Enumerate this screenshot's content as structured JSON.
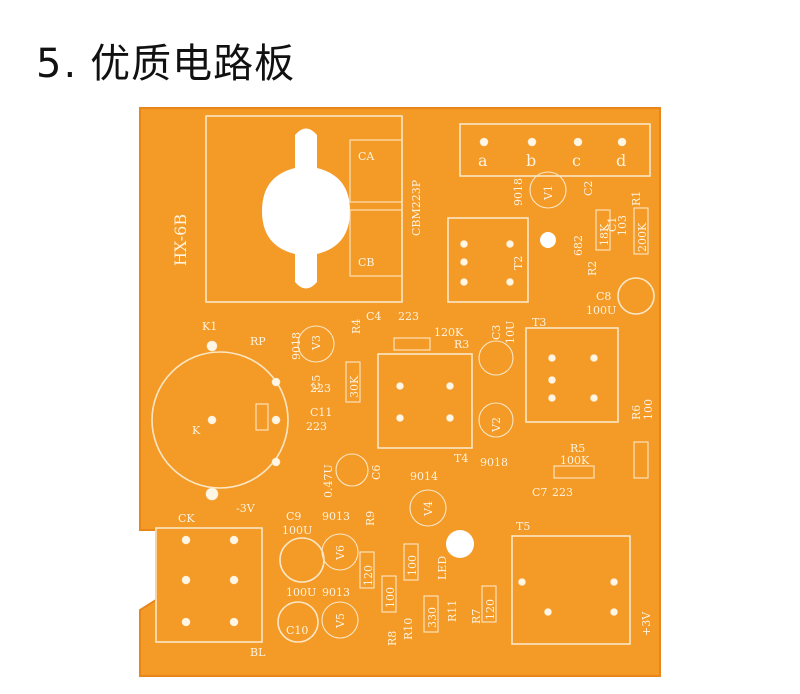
{
  "heading": {
    "number": "5",
    "separator": ".",
    "title": "优质电路板"
  },
  "board": {
    "colors": {
      "substrate": "#f39a27",
      "substrate_edge": "#e8861a",
      "silkscreen": "#fbe7c6",
      "hole": "#ffffff"
    },
    "model": "HX-6B",
    "capacitor_block": {
      "part": "CBM223P",
      "sections": [
        "CA",
        "CB"
      ]
    },
    "terminals": [
      "a",
      "b",
      "c",
      "d"
    ],
    "labels": {
      "v1": "V1",
      "c2": "C2",
      "q9018_top": "9018",
      "r1_val": "18K",
      "r1": "R1",
      "r2": "R2",
      "r2_val": "200K",
      "c1": "C1",
      "c1_val": "103",
      "c682": "682",
      "t2": "T2",
      "c8": "C8",
      "c8_val": "100U",
      "t3": "T3",
      "k1": "K1",
      "rp": "RP",
      "k": "K",
      "q9018_v3": "9018",
      "v3": "V3",
      "r4": "R4",
      "c4": "C4",
      "c4_val": "223",
      "r3": "R3",
      "r3_val": "120K",
      "c3": "C3",
      "c3_val": "10U",
      "c5": "C5",
      "c5_val": "223",
      "r30k": "30K",
      "c11": "C11",
      "c11_val": "223",
      "t4": "T4",
      "v2": "V2",
      "q9018_v2": "9018",
      "r6": "R6",
      "r6_val": "100",
      "r5": "R5",
      "r5_val": "100K",
      "c7": "C7",
      "c7_val": "223",
      "c6": "C6",
      "c6_val": "0.47U",
      "q9014": "9014",
      "v4": "V4",
      "ck": "CK",
      "v3v_top": "-3V",
      "c9": "C9",
      "c9_val": "100U",
      "q9013_v6": "9013",
      "v6": "V6",
      "r9": "R9",
      "r9_val": "120",
      "r100a": "100",
      "r100b": "100",
      "led": "LED",
      "r10": "R10",
      "r330": "330",
      "r11": "R11",
      "r7": "R7",
      "r7_val": "120",
      "r8": "R8",
      "c10": "C10",
      "c10_val": "100U",
      "q9013_v5": "9013",
      "v5": "V5",
      "t5": "T5",
      "v3v_right": "+3V",
      "bl": "BL"
    }
  }
}
